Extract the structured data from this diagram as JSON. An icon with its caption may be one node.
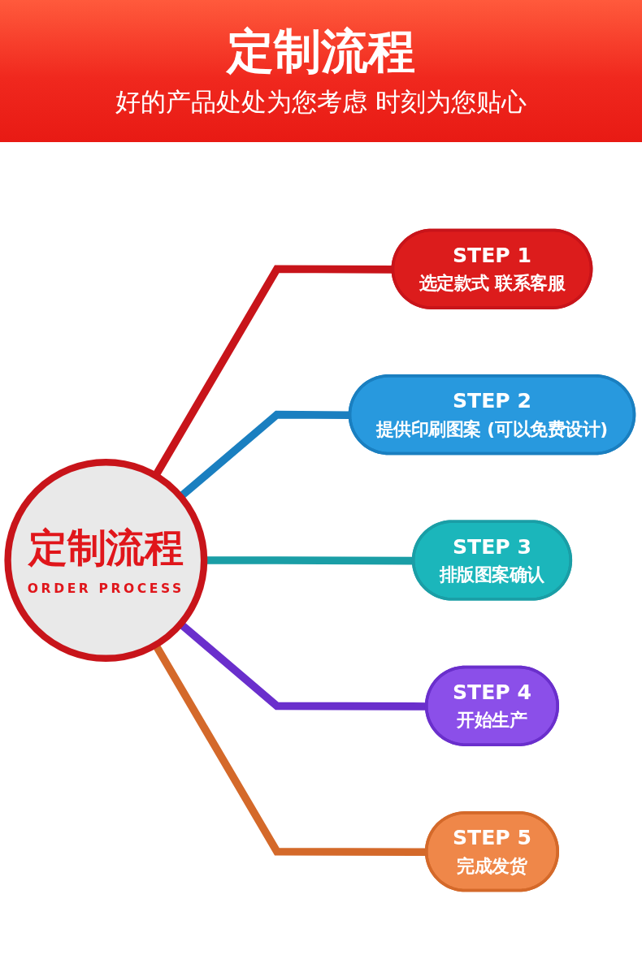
{
  "diagram": {
    "title": "定制流程",
    "nodes": [
      {
        "text": [
          "定制流程",
          "ORDER PROCESS"
        ]
      },
      {
        "text": [
          "STEP 1",
          "选定款式 联系客服"
        ]
      },
      {
        "text": [
          "STEP 2",
          "提供印刷图案 (可以免费设计)"
        ]
      },
      {
        "text": [
          "STEP 3",
          "排版图案确认"
        ]
      },
      {
        "text": [
          "STEP 4",
          "开始生产"
        ]
      },
      {
        "text": [
          "STEP 5",
          "完成发货"
        ]
      }
    ],
    "edges": [
      {
        "from": 0,
        "to": 1,
        "arrow": "none",
        "color": "#c8141a"
      },
      {
        "from": 0,
        "to": 2,
        "arrow": "none",
        "color": "#1a7fc0"
      },
      {
        "from": 0,
        "to": 3,
        "arrow": "none",
        "color": "#1a9ea6"
      },
      {
        "from": 0,
        "to": 4,
        "arrow": "none",
        "color": "#6a2fcc"
      },
      {
        "from": 0,
        "to": 5,
        "arrow": "none",
        "color": "#d4692a"
      }
    ],
    "labels": [
      "好的产品处处为您考虑 时刻为您贴心"
    ]
  }
}
